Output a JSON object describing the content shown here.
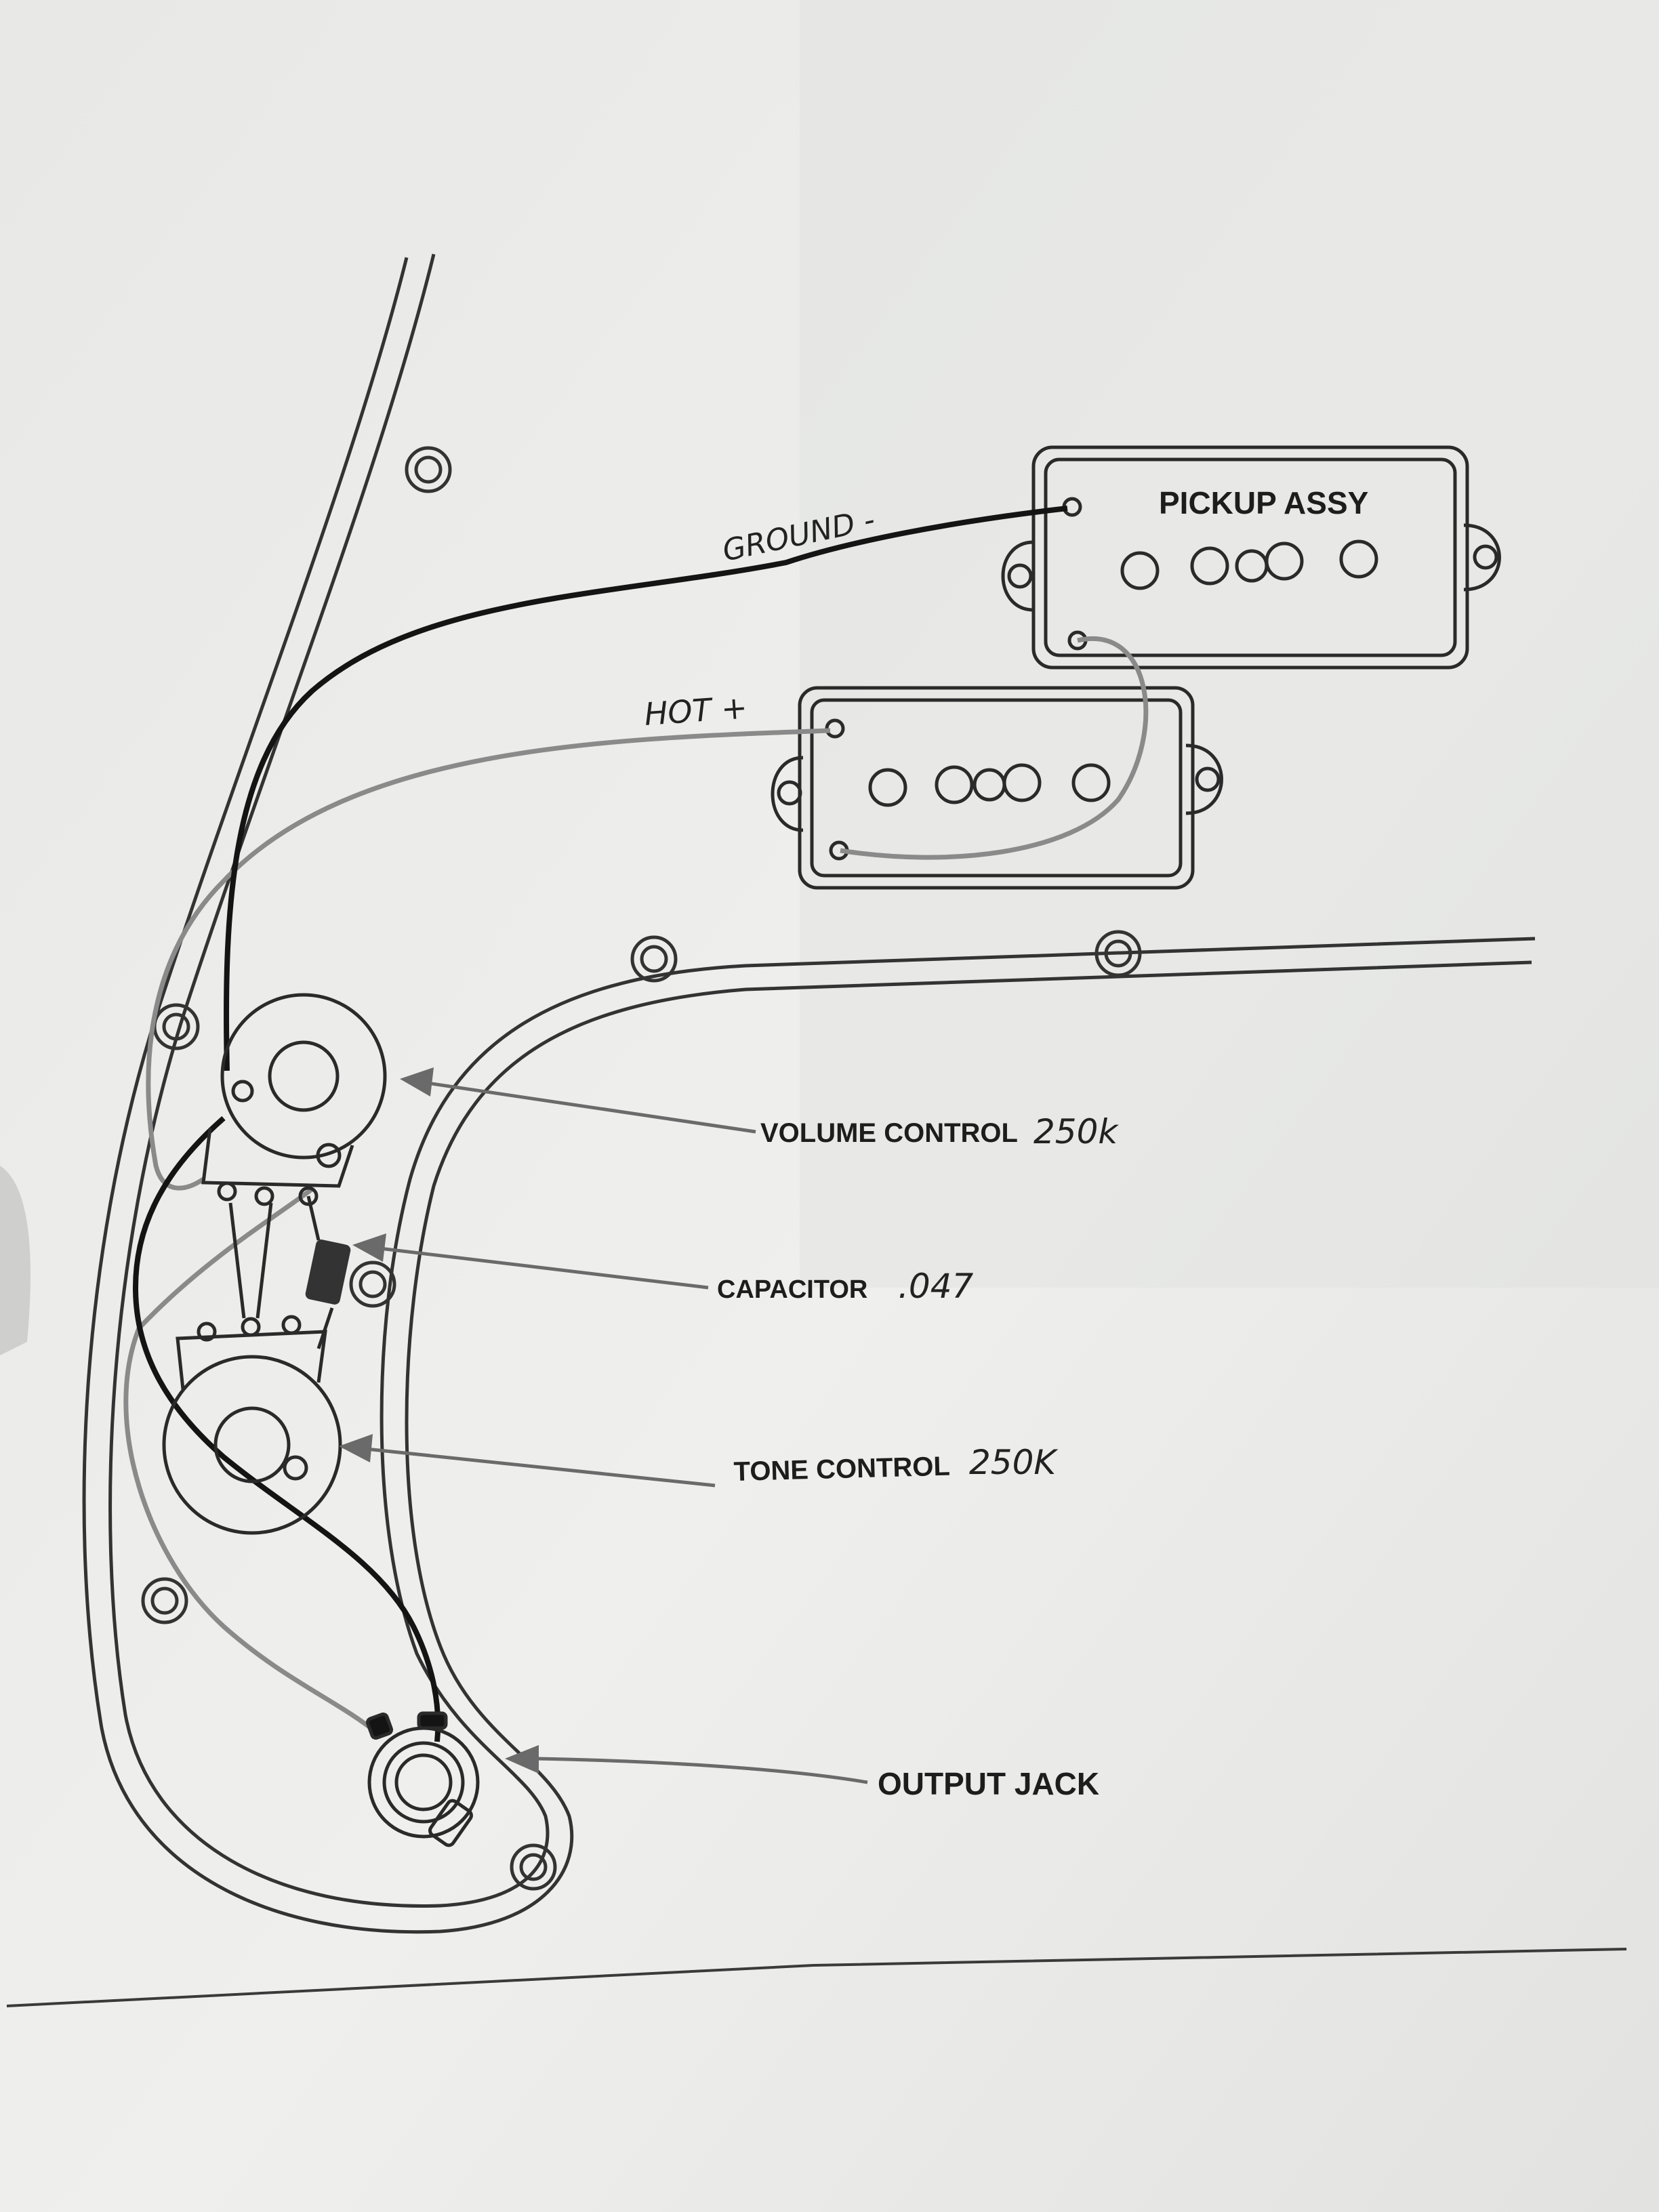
{
  "labels": {
    "pickup_assy": "PICKUP ASSY",
    "ground": "GROUND -",
    "hot": "HOT +",
    "volume_text": "VOLUME CONTROL",
    "volume_value": "250k",
    "capacitor_text": "CAPACITOR",
    "capacitor_value": ".047",
    "tone_text": "TONE CONTROL",
    "tone_value": "250K",
    "output_jack": "OUTPUT JACK"
  },
  "colors": {
    "paper": "#ecece9",
    "ink": "#2a2a2a",
    "ground_wire": "#1a1a1a",
    "hot_wire": "#8a8a8a"
  }
}
